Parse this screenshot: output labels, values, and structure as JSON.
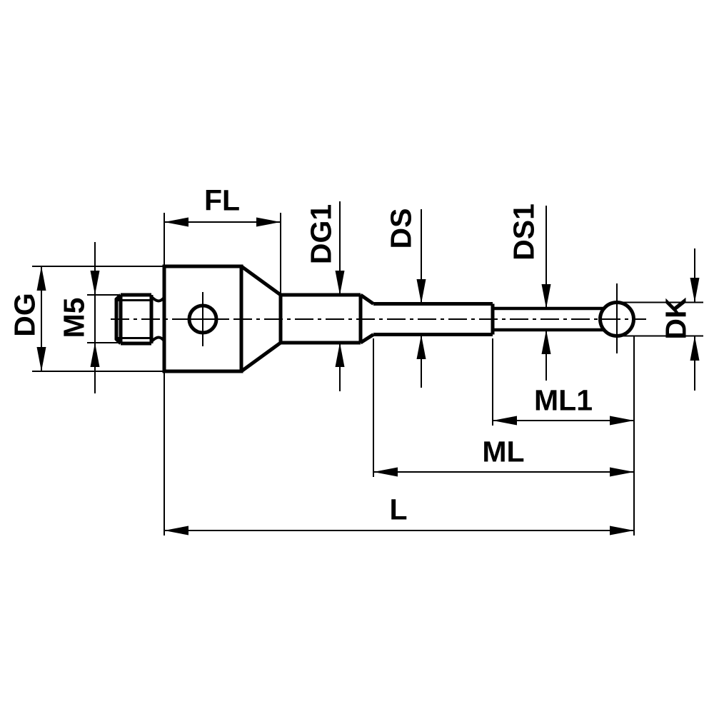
{
  "page": {
    "background_color": "#ffffff"
  },
  "drawing": {
    "type": "technical-dimension-diagram",
    "line_color": "#000000",
    "labels": {
      "fl": "FL",
      "dg": "DG",
      "m5": "M5",
      "dg1": "DG1",
      "ds": "DS",
      "ds1": "DS1",
      "dk": "DK",
      "ml1": "ML1",
      "ml": "ML",
      "l": "L"
    }
  }
}
